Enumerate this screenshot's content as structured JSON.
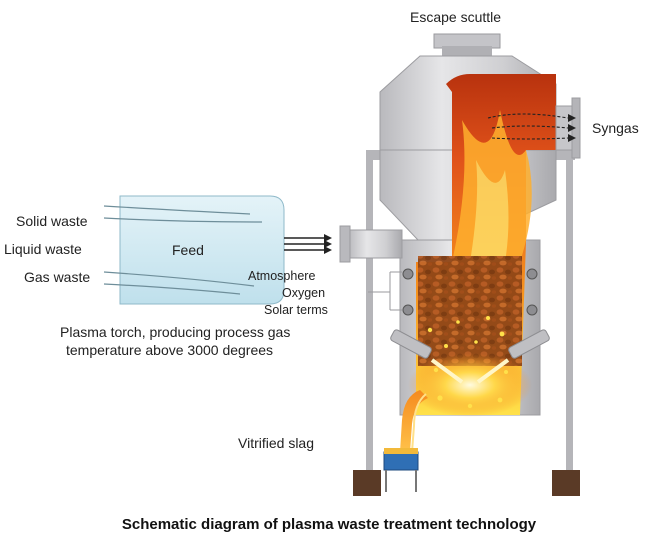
{
  "labels": {
    "escape_scuttle": "Escape scuttle",
    "syngas": "Syngas",
    "solid_waste": "Solid waste",
    "liquid_waste": "Liquid waste",
    "gas_waste": "Gas waste",
    "feed": "Feed",
    "atmosphere": "Atmosphere",
    "oxygen": "Oxygen",
    "solar_terms": "Solar terms",
    "plasma_line1": "Plasma torch, producing process gas",
    "plasma_line2": "temperature above 3000 degrees",
    "vitrified_slag": "Vitrified slag"
  },
  "caption": "Schematic diagram of plasma waste treatment technology",
  "colors": {
    "furnace_shell": "#c8c8cc",
    "feed_tank": "#cfe8f2",
    "fire": "#f07a1a",
    "hot_zone": "#ffd23a",
    "slag_bin": "#2f6fb5",
    "foot": "#5a3a26"
  }
}
